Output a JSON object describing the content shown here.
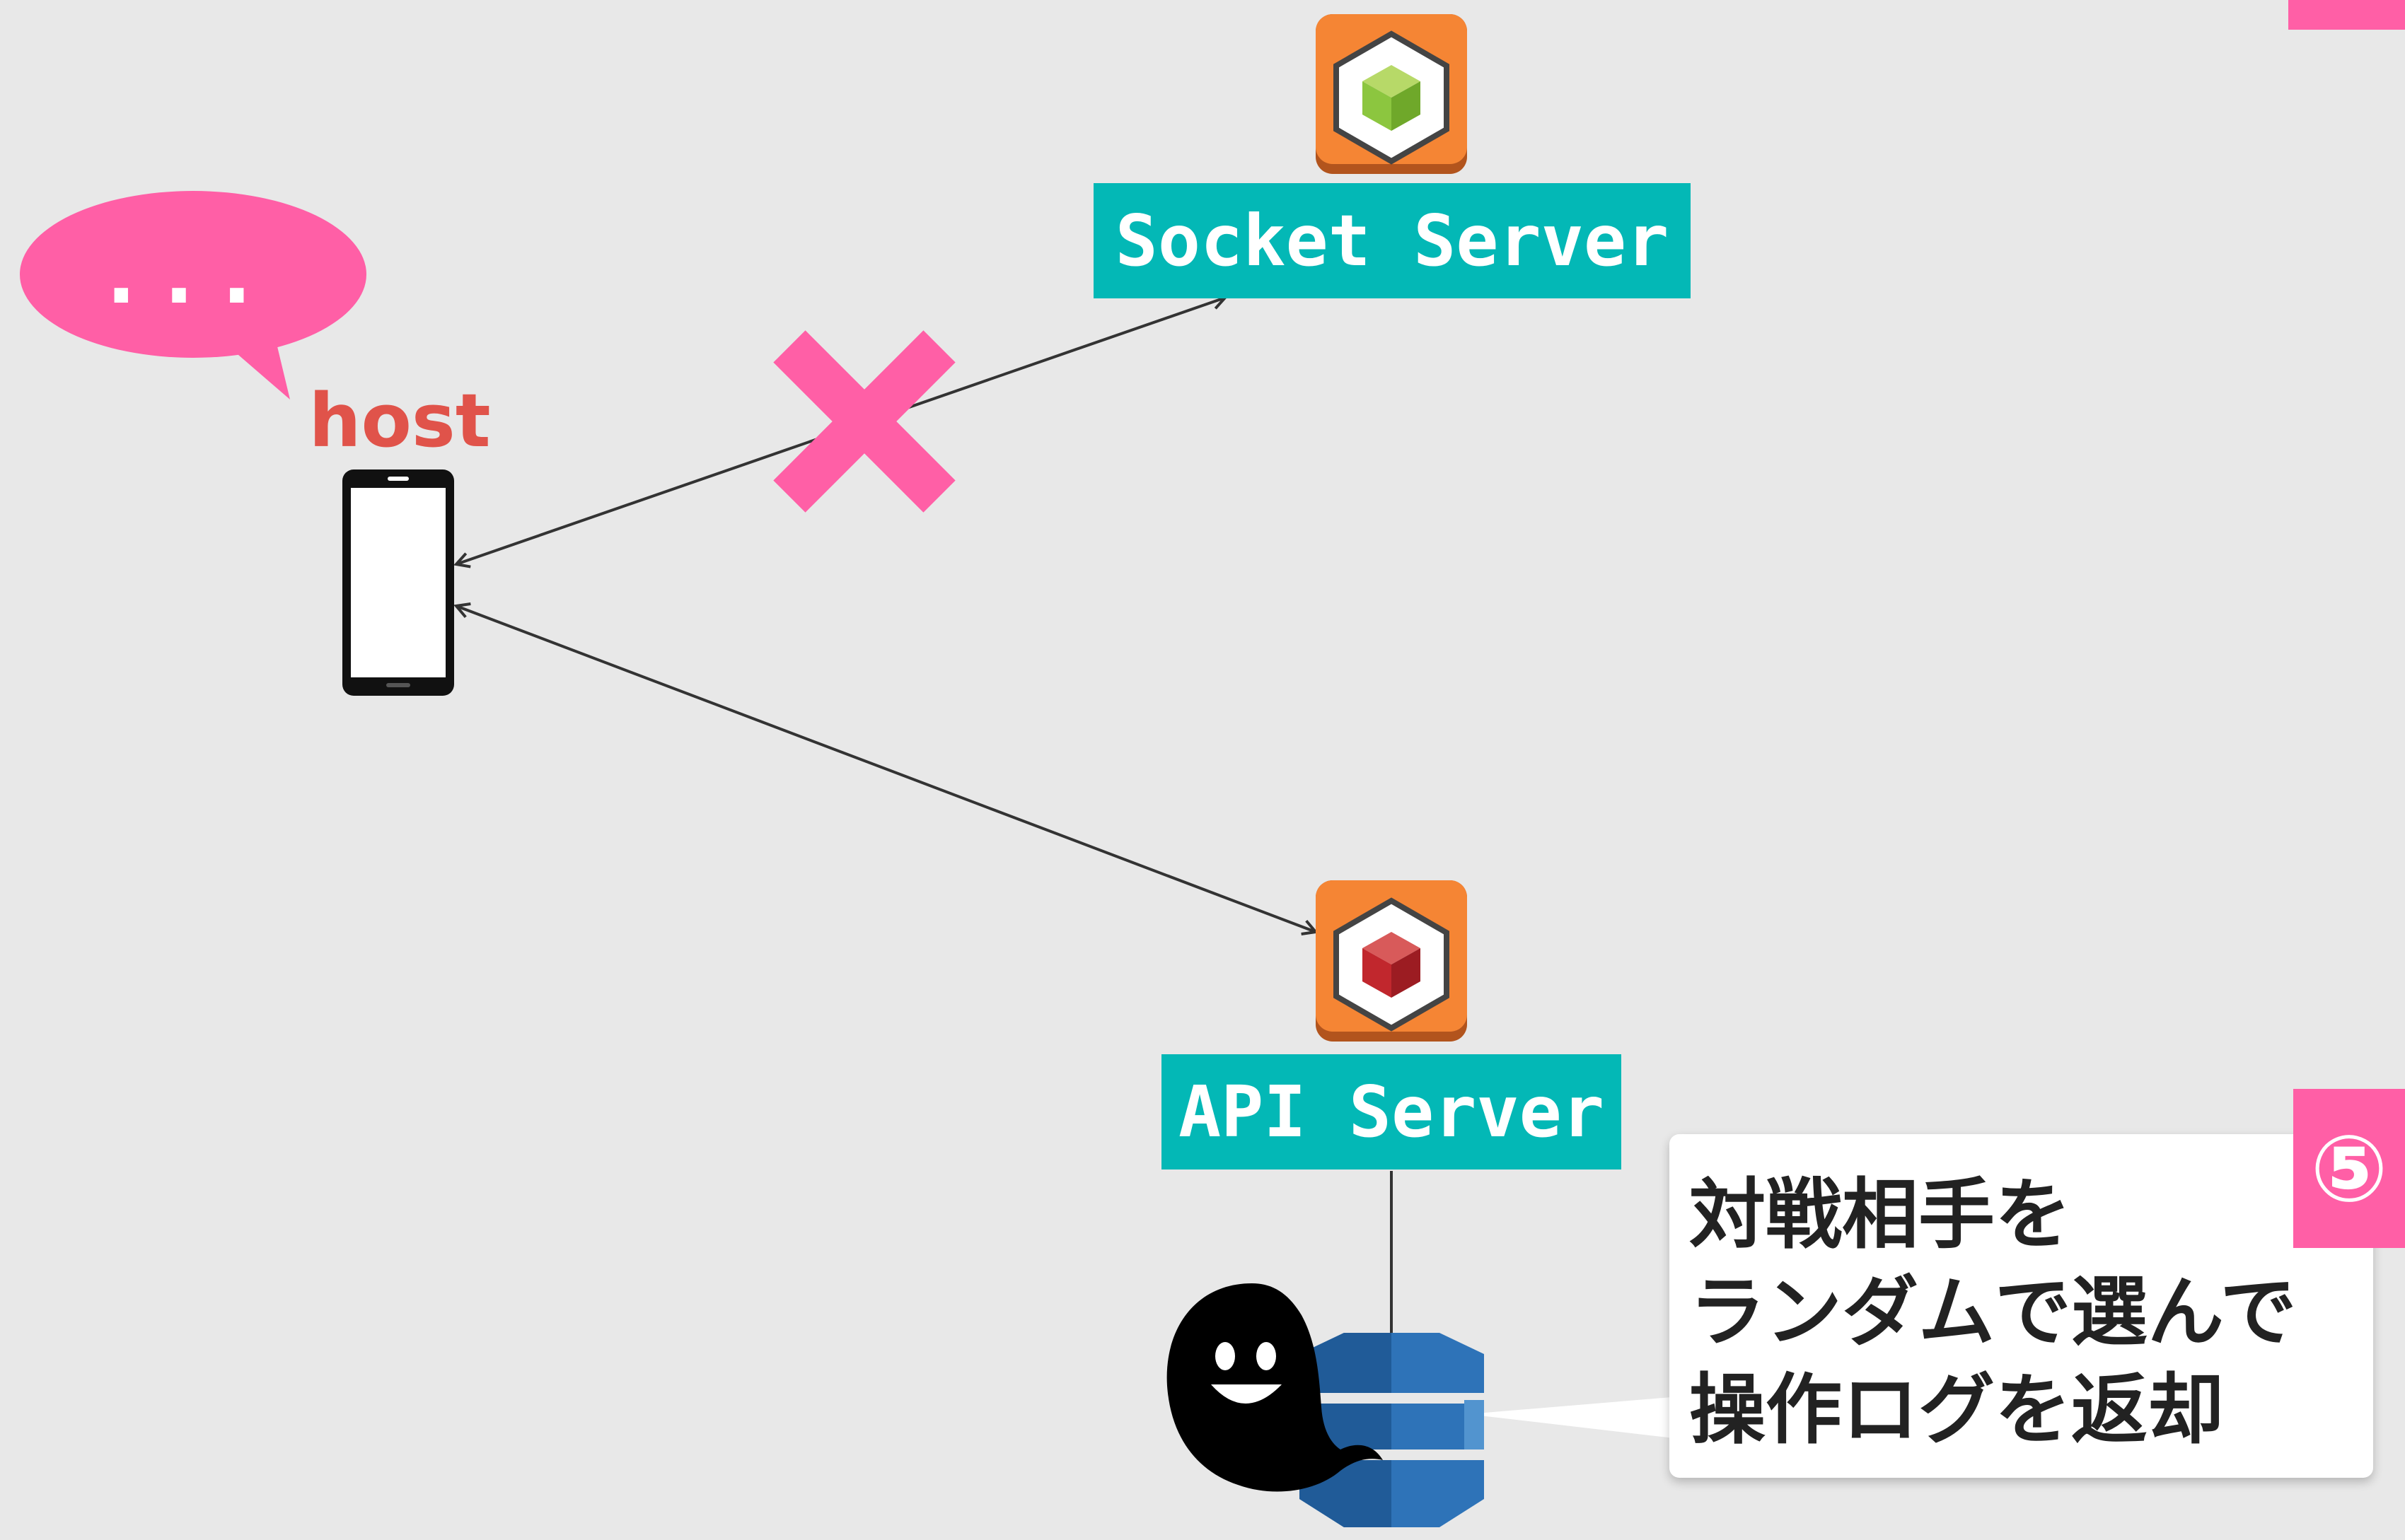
{
  "servers": {
    "socket": {
      "label": "Socket Server"
    },
    "api": {
      "label": "API Server"
    }
  },
  "client": {
    "label": "host"
  },
  "speech_bubble": {
    "text": "..."
  },
  "callout": {
    "lines": [
      "対戦相手を",
      "ランダムで選んで",
      "操作ログを返却"
    ]
  },
  "step": {
    "number": "⑤"
  },
  "colors": {
    "background": "#e8e8e8",
    "accent_pink": "#ff5fa6",
    "teal_label": "#03b8b6",
    "aws_orange": "#f58534",
    "host_text": "#e0534a",
    "dynamodb_blue": "#2e73b8"
  },
  "icons": {
    "socket_server": "ec2-instance-icon-green",
    "api_server": "ec2-instance-icon-red",
    "client": "smartphone-icon",
    "database": "dynamodb-icon",
    "disconnected": "cross-mark-icon",
    "mascot": "ghost-icon"
  }
}
